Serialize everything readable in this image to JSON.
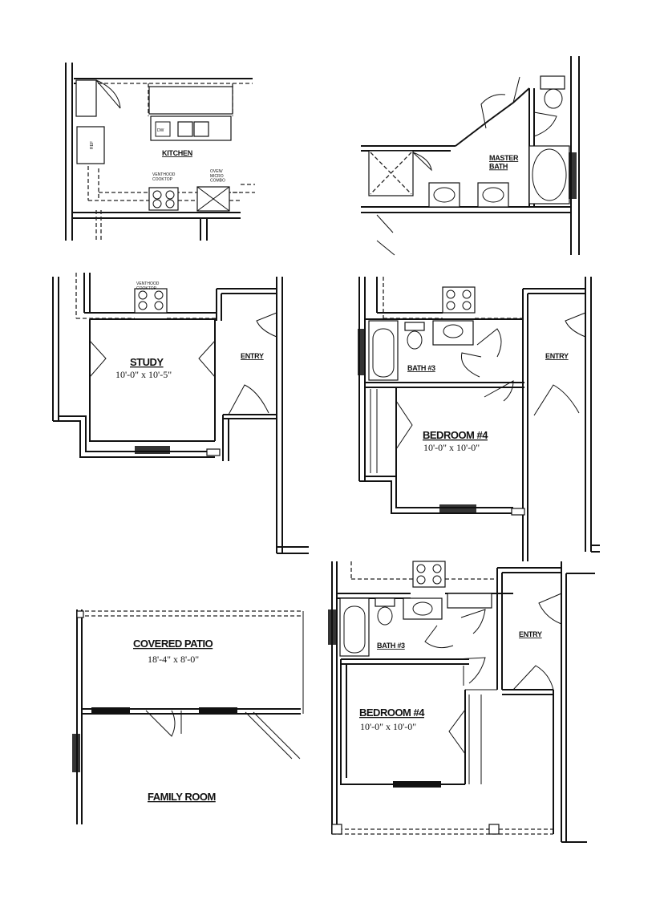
{
  "panels": {
    "kitchen": {
      "room_label": "KITCHEN",
      "dw_label": "DW",
      "fridge_label": "REF",
      "cooktop_label": "VENTHOOD\nCOOKTOP",
      "oven_label": "OVEN/\nMICRO\nCOMBO"
    },
    "master_bath": {
      "room_label": "MASTER\nBATH"
    },
    "study": {
      "room_label": "STUDY",
      "dimensions": "10'-0\" x 10'-5\"",
      "cooktop_label": "VENTHOOD\nCOOKTOP",
      "entry_label": "ENTRY"
    },
    "bedroom_upper": {
      "bath_label": "BATH #3",
      "room_label": "BEDROOM #4",
      "dimensions": "10'-0\" x 10'-0\"",
      "entry_label": "ENTRY"
    },
    "patio": {
      "room_label": "COVERED PATIO",
      "dimensions": "18'-4\" x 8'-0\"",
      "family_label": "FAMILY ROOM"
    },
    "bedroom_lower": {
      "bath_label": "BATH #3",
      "room_label": "BEDROOM #4",
      "dimensions": "10'-0\" x 10'-0\"",
      "entry_label": "ENTRY"
    }
  }
}
